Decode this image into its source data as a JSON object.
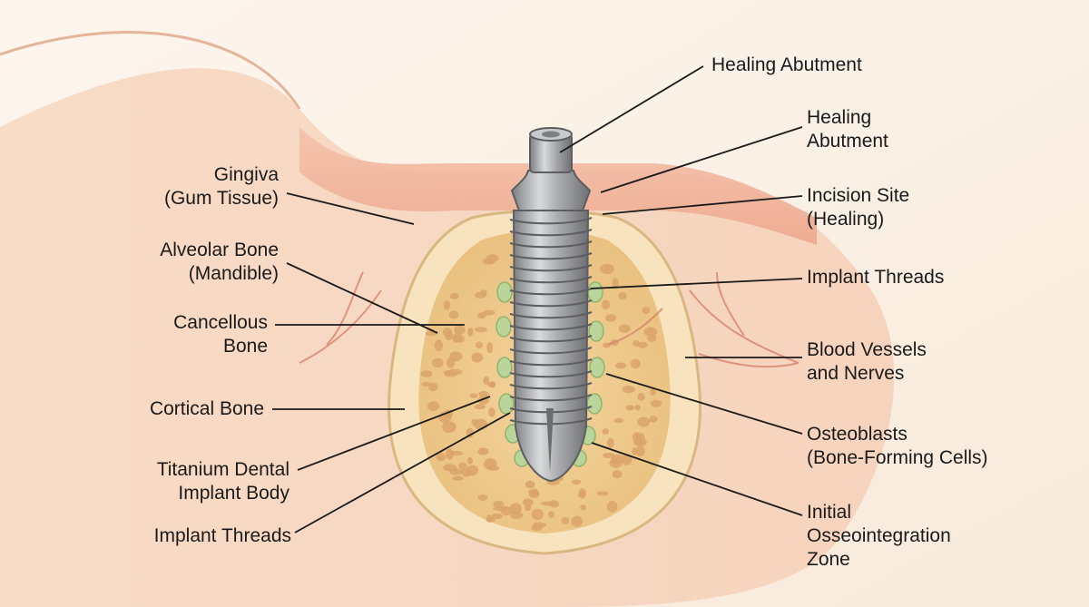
{
  "labels": {
    "left": {
      "gingiva": [
        "Gingiva",
        "(Gum Tissue)"
      ],
      "alveolar": [
        "Alveolar Bone",
        "(Mandible)"
      ],
      "cancellous": [
        "Cancellous",
        "Bone"
      ],
      "cortical": [
        "Cortical Bone"
      ],
      "titanium": [
        "Titanium Dental",
        "Implant Body"
      ],
      "threads": [
        "Implant Threads"
      ]
    },
    "right": {
      "healing_top": [
        "Healing Abutment"
      ],
      "healing": [
        "Healing",
        "Abutment"
      ],
      "incision": [
        "Incision Site",
        "(Healing)"
      ],
      "threads": [
        "Implant Threads"
      ],
      "vessels": [
        "Blood Vessels",
        "and Nerves"
      ],
      "osteoblasts": [
        "Osteoblasts",
        "(Bone-Forming Cells)"
      ],
      "osseo": [
        "Initial",
        "Osseointegration",
        "Zone"
      ]
    }
  },
  "colors": {
    "background": "#fbf1e6",
    "gum": "#f2b8a2",
    "bone": "#f6dca8",
    "pore": "#d9a36a",
    "implant": "#a9a9ab",
    "osteoblast": "#b9d59a",
    "line": "#1a1a1a"
  }
}
